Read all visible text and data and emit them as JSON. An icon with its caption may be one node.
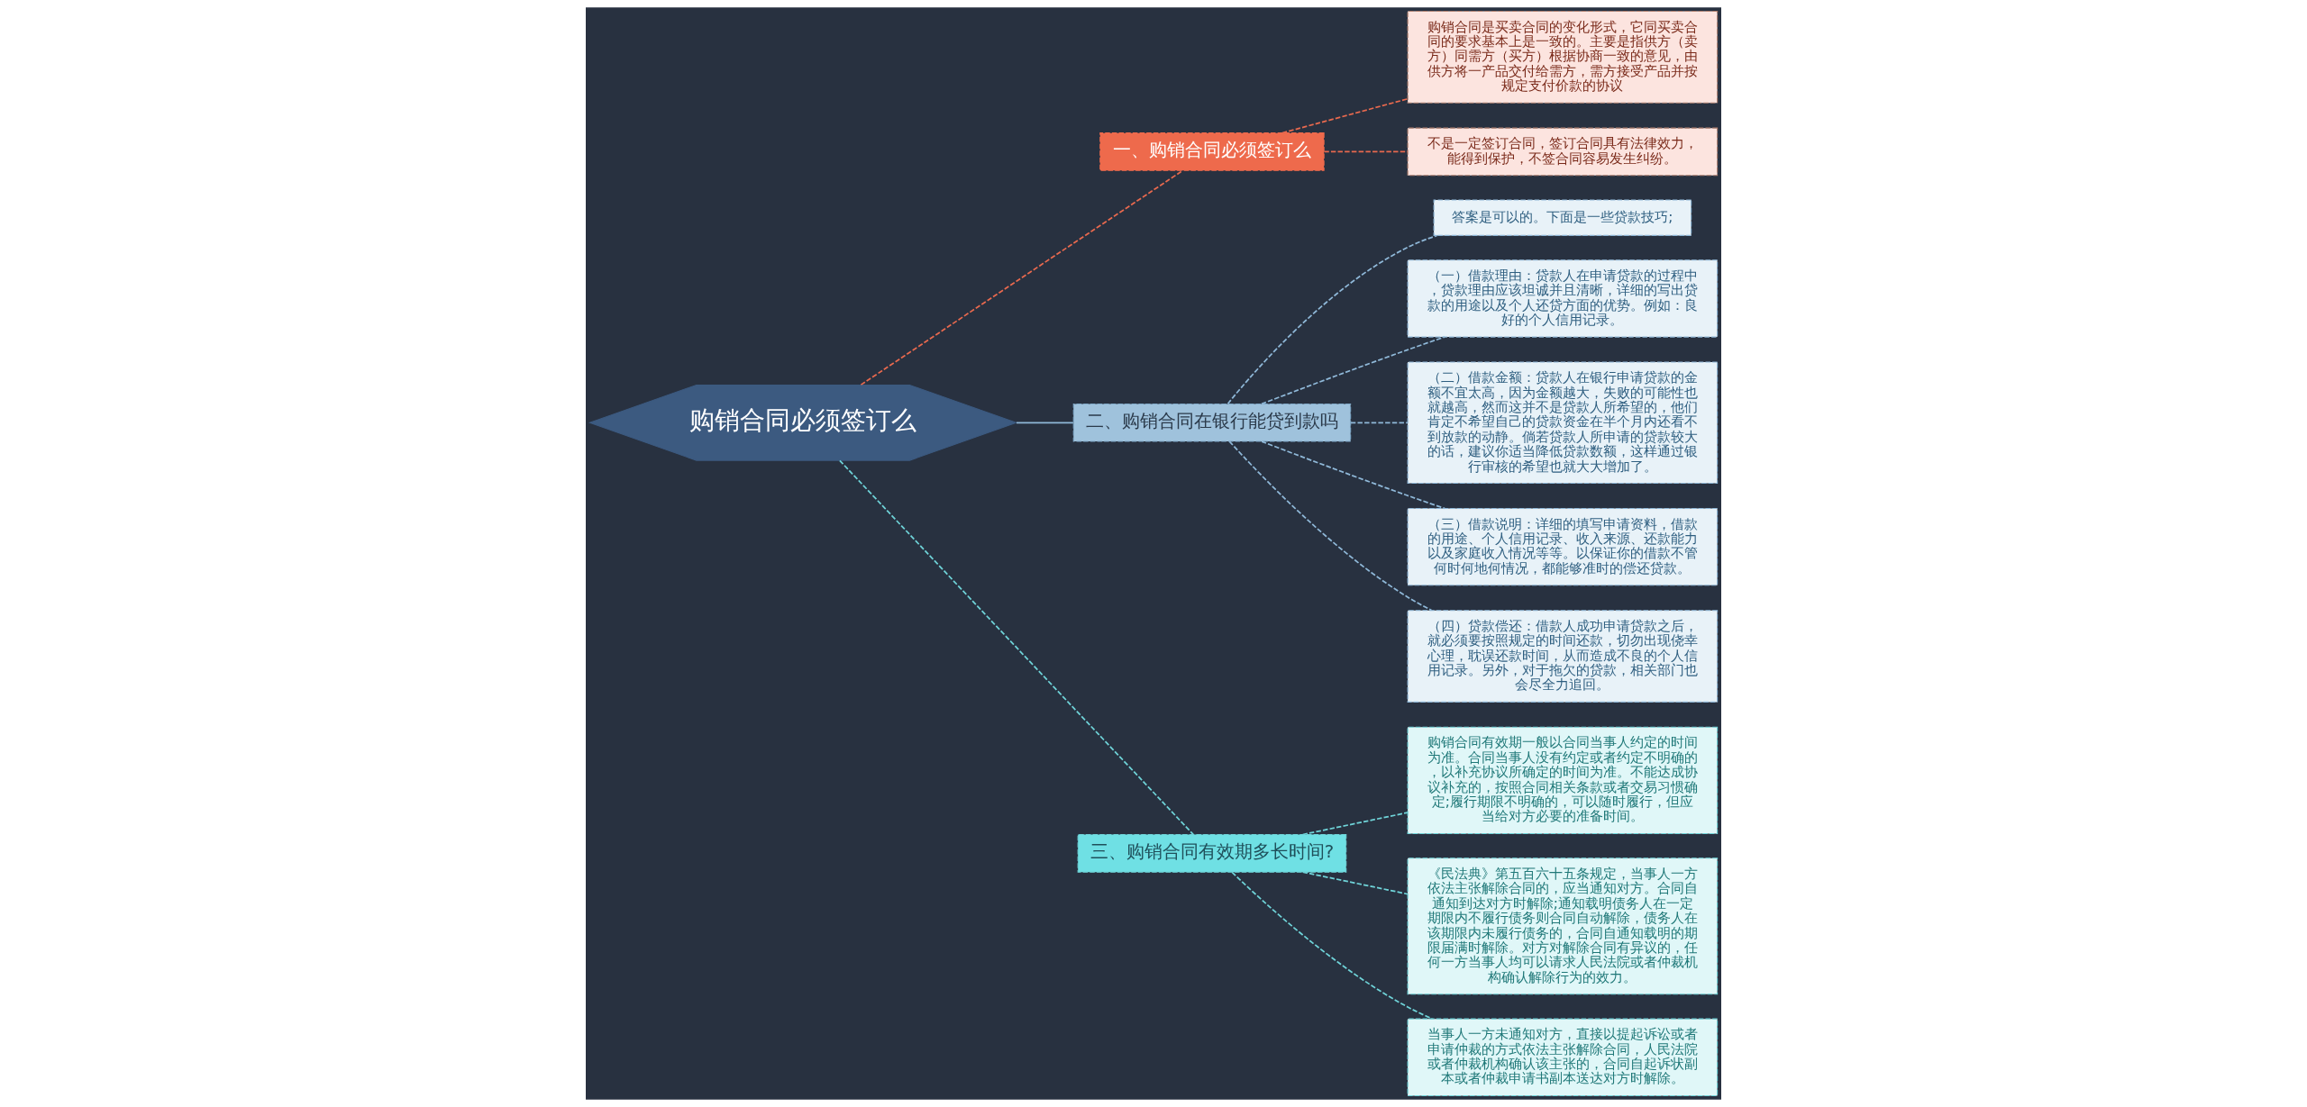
{
  "diagram": {
    "nodes": [
      {
        "text": [
          "购销合同必须签订么"
        ]
      },
      {
        "text": [
          "一、购销合同必须签订么"
        ]
      },
      {
        "text": [
          "购销合同是买卖合同的变化形式，它同买卖合同的要求基本上是一致的。主要是指供方（卖方）同需方（买方）根据协商一致的意见，由供方将一产品交付给需方，需方接受产品并按规定支付价款的协议"
        ]
      },
      {
        "text": [
          "不是一定签订合同，签订合同具有法律效力，能得到保护，不签合同容易发生纠纷。"
        ]
      },
      {
        "text": [
          "二、购销合同在银行能贷到款吗"
        ]
      },
      {
        "text": [
          "答案是可以的。下面是一些贷款技巧;"
        ]
      },
      {
        "text": [
          "（一）借款理由：贷款人在申请贷款的过程中，贷款理由应该坦诚并且清晰，详细的写出贷款的用途以及个人还贷方面的优势。例如：良好的个人信用记录。"
        ]
      },
      {
        "text": [
          "（二）借款金额：贷款人在银行申请贷款的金额不宜太高，因为金额越大，失败的可能性也就越高，然而这并不是贷款人所希望的，他们肯定不希望自己的贷款资金在半个月内还看不到放款的动静。倘若贷款人所申请的贷款较大的话，建议你适当降低贷款数额，这样通过银行审核的希望也就大大增加了。"
        ]
      },
      {
        "text": [
          "（三）借款说明：详细的填写申请资料，借款的用途、个人信用记录、收入来源、还款能力以及家庭收入情况等等。以保证你的借款不管何时何地何情况，都能够准时的偿还贷款。"
        ]
      },
      {
        "text": [
          "（四）贷款偿还：借款人成功申请贷款之后，就必须要按照规定的时间还款，切勿出现侥幸心理，耽误还款时间，从而造成不良的个人信用记录。另外，对于拖欠的贷款，相关部门也会尽全力追回。"
        ]
      },
      {
        "text": [
          "三、购销合同有效期多长时间?"
        ]
      },
      {
        "text": [
          "购销合同有效期一般以合同当事人约定的时间为准。合同当事人没有约定或者约定不明确的，以补充协议所确定的时间为准。不能达成协议补充的，按照合同相关条款或者交易习惯确定;履行期限不明确的，可以随时履行，但应当给对方必要的准备时间。"
        ]
      },
      {
        "text": [
          "《民法典》第五百六十五条规定，当事人一方依法主张解除合同的，应当通知对方。合同自通知到达对方时解除;通知载明债务人在一定期限内不履行债务则合同自动解除，债务人在该期限内未履行债务的，合同自通知载明的期限届满时解除。对方对解除合同有异议的，任何一方当事人均可以请求人民法院或者仲裁机构确认解除行为的效力。"
        ]
      },
      {
        "text": [
          "当事人一方未通知对方，直接以提起诉讼或者申请仲裁的方式依法主张解除合同，人民法院或者仲裁机构确认该主张的，合同自起诉状副本或者仲裁申请书副本送达对方时解除。"
        ]
      }
    ],
    "edges": [
      {
        "from": 0,
        "to": 1,
        "arrow": "none",
        "style": "dashed",
        "color": "#e8694e"
      },
      {
        "from": 1,
        "to": 2,
        "arrow": "none",
        "style": "dashed",
        "color": "#e8694e"
      },
      {
        "from": 1,
        "to": 3,
        "arrow": "none",
        "style": "dashed",
        "color": "#e8694e"
      },
      {
        "from": 0,
        "to": 4,
        "arrow": "none"
      },
      {
        "from": 4,
        "to": 5,
        "arrow": "none",
        "style": "dashed"
      },
      {
        "from": 4,
        "to": 6,
        "arrow": "none",
        "style": "dashed"
      },
      {
        "from": 4,
        "to": 7,
        "arrow": "none",
        "style": "dashed"
      },
      {
        "from": 4,
        "to": 8,
        "arrow": "none",
        "style": "dashed"
      },
      {
        "from": 4,
        "to": 9,
        "arrow": "none",
        "style": "dashed"
      },
      {
        "from": 0,
        "to": 10,
        "arrow": "none",
        "style": "dashed",
        "color": "#6fd3d8"
      },
      {
        "from": 10,
        "to": 11,
        "arrow": "none",
        "style": "dashed",
        "color": "#6fd3d8"
      },
      {
        "from": 10,
        "to": 12,
        "arrow": "none",
        "style": "dashed",
        "color": "#6fd3d8"
      },
      {
        "from": 10,
        "to": 13,
        "arrow": "none",
        "style": "dashed",
        "color": "#6fd3d8"
      }
    ]
  }
}
